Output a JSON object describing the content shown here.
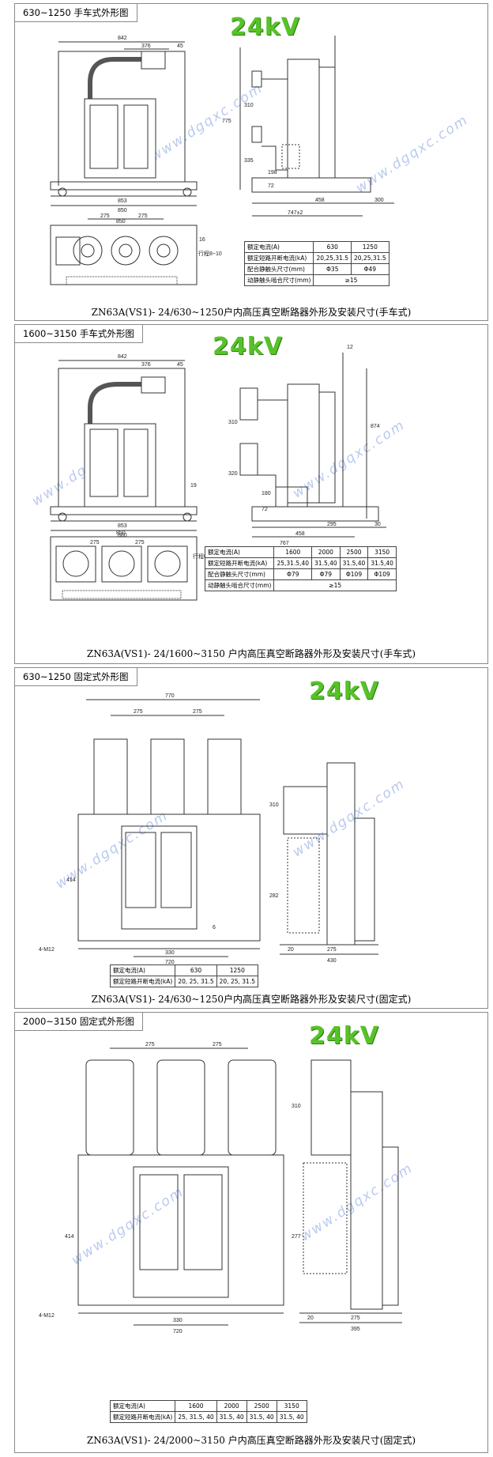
{
  "brand_mark": "24kV",
  "watermark": "www.dgqxc.com",
  "sections": [
    {
      "tag": "630~1250 手车式外形图",
      "caption": "ZN63A(VS1)- 24/630~1250户内高压真空断路器外形及安装尺寸(手车式)",
      "dims_front": {
        "top": "842",
        "mid": "376",
        "small": "45",
        "w1": "853",
        "w2": "850"
      },
      "dims_side": {
        "h1": "775",
        "h2": "310",
        "h3": "335",
        "h4": "198",
        "h5": "72",
        "b1": "458",
        "b2": "300",
        "b3": "747±2"
      },
      "dims_plan": {
        "w": "850",
        "p1": "275",
        "p2": "275",
        "s": "16",
        "note": "行程8~10"
      },
      "table": {
        "rows": [
          [
            "额定电流(A)",
            "630",
            "1250"
          ],
          [
            "额定短路开断电流(kA)",
            "20,25,31.5",
            "20,25,31.5"
          ],
          [
            "配合静触头尺寸(mm)",
            "Φ35",
            "Φ49"
          ],
          [
            "动静触头啮合尺寸(mm)",
            "≥15"
          ]
        ]
      }
    },
    {
      "tag": "1600~3150 手车式外形图",
      "caption": "ZN63A(VS1)- 24/1600~3150 户内高压真空断路器外形及安装尺寸(手车式)",
      "dims_front": {
        "top": "842",
        "mid": "376",
        "small": "45",
        "w1": "853",
        "w2": "880",
        "s": "19"
      },
      "dims_side": {
        "h1": "874",
        "h2": "310",
        "h3": "320",
        "h4": "180",
        "h5": "72",
        "t": "12",
        "b1": "295",
        "b2": "458",
        "b3": "767",
        "b4": "30"
      },
      "dims_plan": {
        "w": "850",
        "p1": "275",
        "p2": "275",
        "note": "行程8~10"
      },
      "table": {
        "rows": [
          [
            "额定电流(A)",
            "1600",
            "2000",
            "2500",
            "3150"
          ],
          [
            "额定短路开断电流(kA)",
            "25,31.5,40",
            "31.5,40",
            "31.5,40",
            "31.5,40"
          ],
          [
            "配合静触头尺寸(mm)",
            "Φ79",
            "Φ79",
            "Φ109",
            "Φ109"
          ],
          [
            "动静触头啮合尺寸(mm)",
            "≥15"
          ]
        ]
      }
    },
    {
      "tag": "630~1250 固定式外形图",
      "caption": "ZN63A(VS1)- 24/630~1250户内高压真空断路器外形及安装尺寸(固定式)",
      "dims_front": {
        "top": "770",
        "p1": "275",
        "p2": "275",
        "h": "414",
        "b1": "330",
        "b2": "720",
        "s": "6",
        "bolt": "4-M12"
      },
      "dims_side": {
        "h1": "310",
        "h2": "282",
        "b1": "20",
        "b2": "275",
        "b3": "430"
      },
      "table": {
        "rows": [
          [
            "额定电流(A)",
            "630",
            "1250"
          ],
          [
            "额定短路开断电流(kA)",
            "20, 25, 31.5",
            "20, 25, 31.5"
          ]
        ]
      }
    },
    {
      "tag": "2000~3150 固定式外形图",
      "caption": "ZN63A(VS1)- 24/2000~3150 户内高压真空断路器外形及安装尺寸(固定式)",
      "dims_front": {
        "p1": "275",
        "p2": "275",
        "h": "414",
        "b1": "330",
        "b2": "720",
        "bolt": "4-M12"
      },
      "dims_side": {
        "h1": "310",
        "h2": "277",
        "b1": "20",
        "b2": "275",
        "b3": "395"
      },
      "table": {
        "rows": [
          [
            "额定电流(A)",
            "1600",
            "2000",
            "2500",
            "3150"
          ],
          [
            "额定短路开断电流(kA)",
            "25, 31.5, 40",
            "31.5, 40",
            "31.5, 40",
            "31.5, 40"
          ]
        ]
      }
    }
  ]
}
